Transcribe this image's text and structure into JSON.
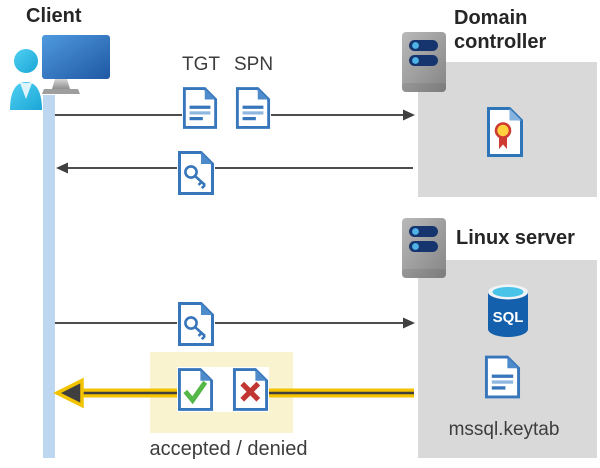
{
  "diagram": {
    "client": {
      "label": "Client"
    },
    "domain_controller": {
      "label": "Domain controller"
    },
    "linux_server": {
      "label": "Linux server"
    },
    "tickets": {
      "tgt": "TGT",
      "spn": "SPN"
    },
    "result": {
      "label": "accepted / denied"
    },
    "keytab": {
      "label": "mssql.keytab"
    },
    "sql_badge": {
      "text": "SQL"
    }
  },
  "icons": {
    "client": "client-workstation-icon",
    "server": "server-icon",
    "certificate": "certificate-icon",
    "document": "document-icon",
    "key_ticket": "key-ticket-icon",
    "accepted": "accepted-check-doc-icon",
    "denied": "denied-cross-doc-icon",
    "sql": "sql-database-icon",
    "keytab_file": "keytab-file-icon"
  },
  "colors": {
    "doc_border": "#3876bb",
    "doc_line_light": "#8fb7e0",
    "doc_fold": "#4e8bcb",
    "check_green": "#54b748",
    "cross_red": "#c13632",
    "seal_yellow": "#ffd23e",
    "seal_red": "#ce3a32",
    "sql_blue": "#1560ac",
    "sql_cyan": "#49c3e8",
    "server_pill_navy": "#16356e",
    "server_dot_blue": "#4fb3e8",
    "arrow_gray": "#4d4d4d",
    "arrow_yellow": "#f3c300",
    "arrow_yellow_core": "#3f3f3f",
    "highlight_cream": "#faf3cf",
    "panel_gray": "#d9d9d9",
    "lifeline_blue": "#bdd7f0",
    "monitor_blue": "#2f6cb8",
    "person_cyan": "#35bee9"
  }
}
